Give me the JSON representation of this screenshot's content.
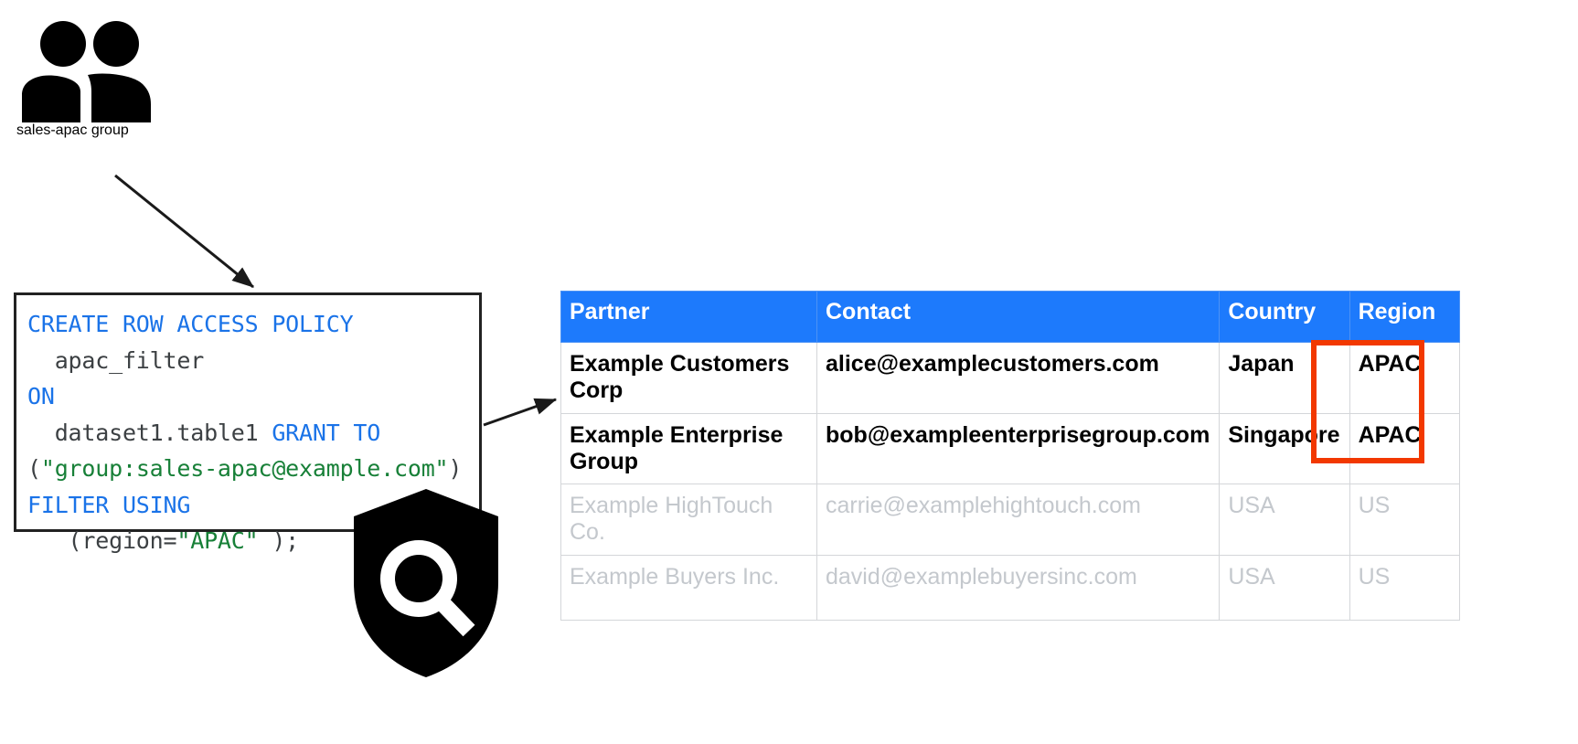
{
  "diagram": {
    "group_node": {
      "icon": "people-group-icon",
      "label": "sales-apac group"
    },
    "shield": {
      "icon": "shield-magnifier-icon"
    },
    "arrows": [
      {
        "name": "group-to-policy-arrow",
        "from": "sales-apac group",
        "to": "policy code block"
      },
      {
        "name": "policy-to-table-arrow",
        "from": "policy code block",
        "to": "partners table"
      }
    ]
  },
  "policy": {
    "lines": [
      {
        "tokens": [
          {
            "t": "CREATE ROW ACCESS POLICY",
            "c": "kw"
          }
        ]
      },
      {
        "tokens": [
          {
            "t": "  apac_filter",
            "c": "pl"
          }
        ]
      },
      {
        "tokens": [
          {
            "t": "ON",
            "c": "kw"
          }
        ]
      },
      {
        "tokens": [
          {
            "t": "  dataset1.table1 ",
            "c": "pl"
          },
          {
            "t": "GRANT TO",
            "c": "kw"
          }
        ]
      },
      {
        "tokens": [
          {
            "t": "(",
            "c": "pl"
          },
          {
            "t": "\"group:sales-apac@example.com\"",
            "c": "str"
          },
          {
            "t": ")",
            "c": "pl"
          }
        ]
      },
      {
        "tokens": [
          {
            "t": "FILTER USING",
            "c": "kw"
          }
        ]
      },
      {
        "tokens": [
          {
            "t": "   (region=",
            "c": "pl"
          },
          {
            "t": "\"APAC\"",
            "c": "str"
          },
          {
            "t": " );",
            "c": "pl"
          }
        ]
      }
    ],
    "plain_text": "CREATE ROW ACCESS POLICY\n  apac_filter\nON\n  dataset1.table1 GRANT TO\n(\"group:sales-apac@example.com\")\nFILTER USING\n   (region=\"APAC\" );"
  },
  "table": {
    "columns": [
      "Partner",
      "Contact",
      "Country",
      "Region"
    ],
    "rows": [
      {
        "state": "visible",
        "partner": "Example Customers Corp",
        "contact": "alice@examplecustomers.com",
        "country": "Japan",
        "region": "APAC"
      },
      {
        "state": "visible",
        "partner": "Example Enterprise Group",
        "contact": "bob@exampleenterprisegroup.com",
        "country": "Singapore",
        "region": "APAC"
      },
      {
        "state": "filtered",
        "partner": "Example HighTouch Co.",
        "contact": "carrie@examplehightouch.com",
        "country": "USA",
        "region": "US"
      },
      {
        "state": "filtered",
        "partner": "Example Buyers Inc.",
        "contact": "david@examplebuyersinc.com",
        "country": "USA",
        "region": "US"
      }
    ],
    "highlight": {
      "name": "region-highlight-box",
      "color": "#f23800",
      "covers": "Region column rows 1-2 (APAC)"
    }
  },
  "colors": {
    "header_blue": "#1d7afc",
    "keyword_blue": "#1a73e8",
    "string_green": "#188038",
    "code_grey": "#3c4043",
    "muted_text": "#c4c8cd",
    "highlight_red": "#f23800",
    "border_grey": "#d4d6d9"
  }
}
